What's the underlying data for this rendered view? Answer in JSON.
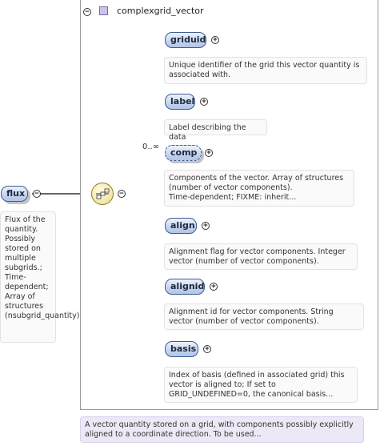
{
  "root": {
    "name": "complexgrid_vector",
    "documentation": "A vector quantity stored on a grid, with components possibly explicitly aligned to a coordinate direction. To be used..."
  },
  "parent": {
    "name": "flux",
    "documentation": "Flux of the quantity. Possibly stored on multiple subgrids.; Time-dependent; Array of structures (nsubgrid_quantity)"
  },
  "children": [
    {
      "name": "griduid",
      "documentation": "Unique identifier of the grid this vector quantity is associated with."
    },
    {
      "name": "label",
      "documentation": "Label describing the data"
    },
    {
      "name": "comp",
      "cardinality": "0..∞",
      "documentation": "Components of the vector. Array of structures (number of vector components).\nTime-dependent; FIXME: inherit..."
    },
    {
      "name": "align",
      "documentation": "Alignment flag for vector components. Integer vector (number of vector components)."
    },
    {
      "name": "alignid",
      "documentation": "Alignment id for vector components. String vector (number of vector components)."
    },
    {
      "name": "basis",
      "documentation": "Index of basis (defined in associated grid) this vector is aligned to; If set to GRID_UNDEFINED=0, the canonical basis..."
    }
  ],
  "symbols": {
    "expand": "+",
    "collapse": "−"
  },
  "colors": {
    "node_fill": "#c4d3ee",
    "node_border": "#3d5b94",
    "root_type": "#cdc3e6"
  }
}
